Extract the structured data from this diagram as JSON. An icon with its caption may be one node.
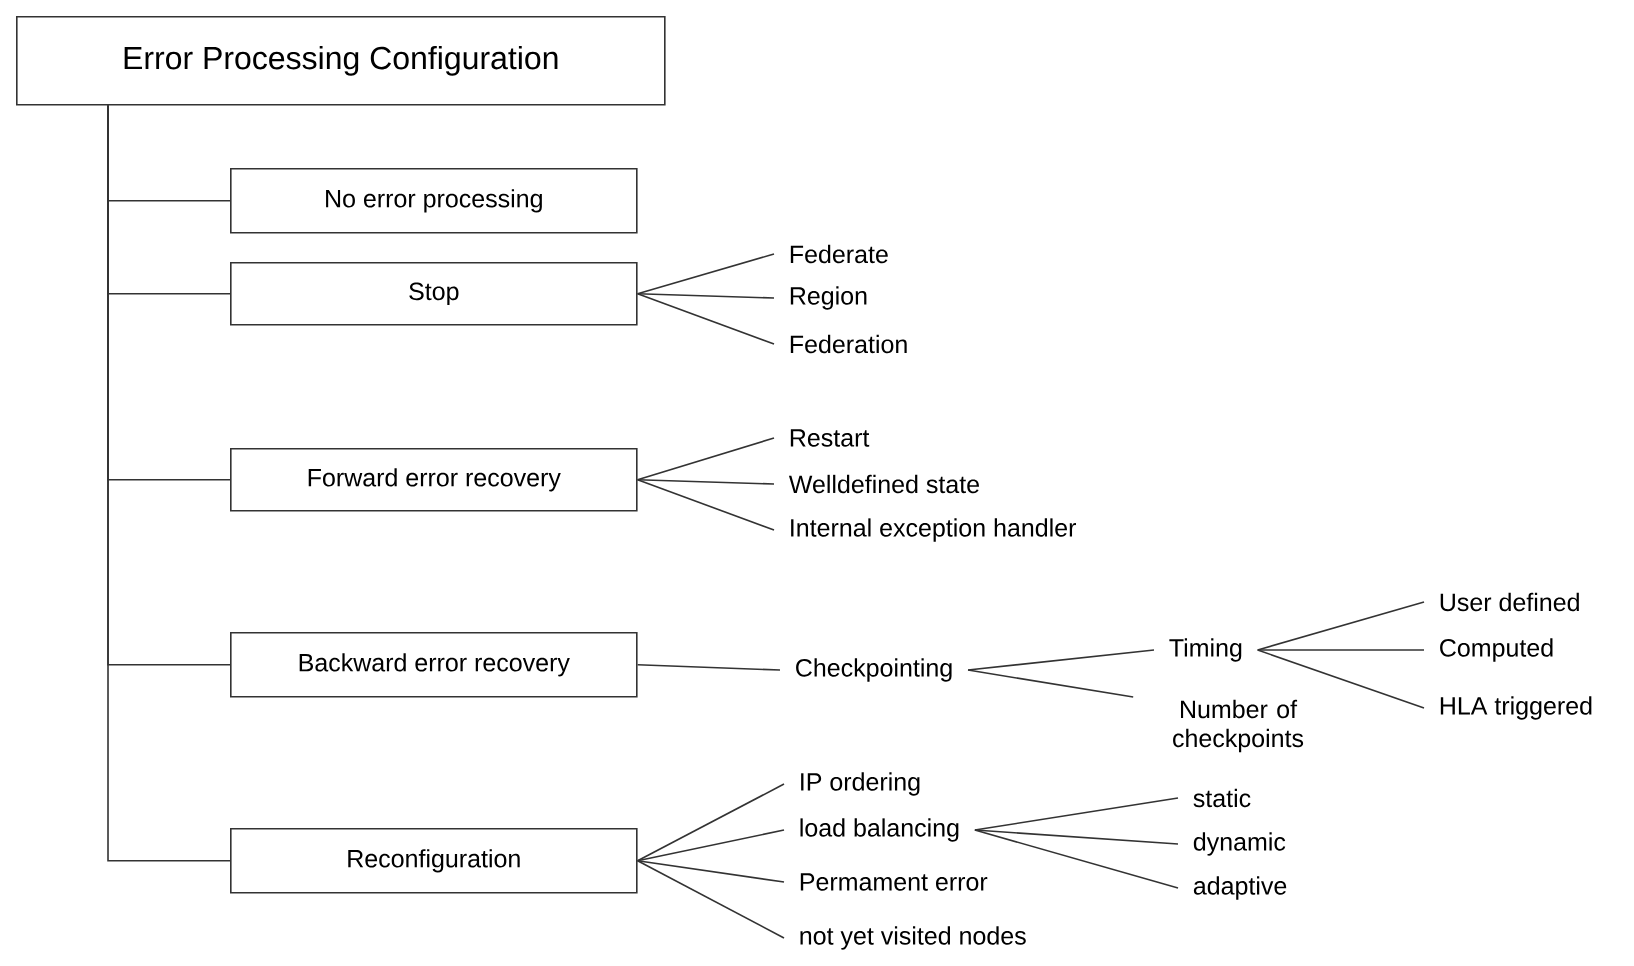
{
  "diagram": {
    "nodes": [
      {
        "text": [
          "Error Processing Configuration"
        ]
      },
      {
        "text": [
          "No error processing"
        ]
      },
      {
        "text": [
          "Stop"
        ]
      },
      {
        "text": [
          "Federate"
        ]
      },
      {
        "text": [
          "Region"
        ]
      },
      {
        "text": [
          "Federation"
        ]
      },
      {
        "text": [
          "Forward error recovery"
        ]
      },
      {
        "text": [
          "Restart"
        ]
      },
      {
        "text": [
          "Welldefined state"
        ]
      },
      {
        "text": [
          "Internal exception handler"
        ]
      },
      {
        "text": [
          "Backward error recovery"
        ]
      },
      {
        "text": [
          "Checkpointing"
        ]
      },
      {
        "text": [
          "Timing"
        ]
      },
      {
        "text": [
          "Number of checkpoints"
        ]
      },
      {
        "text": [
          "User defined"
        ]
      },
      {
        "text": [
          "Computed"
        ]
      },
      {
        "text": [
          "HLA triggered"
        ]
      },
      {
        "text": [
          "Reconfiguration"
        ]
      },
      {
        "text": [
          "IP ordering"
        ]
      },
      {
        "text": [
          "load balancing"
        ]
      },
      {
        "text": [
          "Permament error"
        ]
      },
      {
        "text": [
          "not yet visited nodes"
        ]
      },
      {
        "text": [
          "static"
        ]
      },
      {
        "text": [
          "dynamic"
        ]
      },
      {
        "text": [
          "adaptive"
        ]
      }
    ],
    "edges": [
      {
        "from": 0,
        "to": 1,
        "arrow": "none"
      },
      {
        "from": 0,
        "to": 2,
        "arrow": "none"
      },
      {
        "from": 0,
        "to": 6,
        "arrow": "none"
      },
      {
        "from": 0,
        "to": 10,
        "arrow": "none"
      },
      {
        "from": 0,
        "to": 17,
        "arrow": "none"
      },
      {
        "from": 2,
        "to": 3,
        "arrow": "none"
      },
      {
        "from": 2,
        "to": 4,
        "arrow": "none"
      },
      {
        "from": 2,
        "to": 5,
        "arrow": "none"
      },
      {
        "from": 6,
        "to": 7,
        "arrow": "none"
      },
      {
        "from": 6,
        "to": 8,
        "arrow": "none"
      },
      {
        "from": 6,
        "to": 9,
        "arrow": "none"
      },
      {
        "from": 10,
        "to": 11,
        "arrow": "none"
      },
      {
        "from": 11,
        "to": 12,
        "arrow": "none"
      },
      {
        "from": 11,
        "to": 13,
        "arrow": "none"
      },
      {
        "from": 12,
        "to": 14,
        "arrow": "none"
      },
      {
        "from": 12,
        "to": 15,
        "arrow": "none"
      },
      {
        "from": 12,
        "to": 16,
        "arrow": "none"
      },
      {
        "from": 17,
        "to": 18,
        "arrow": "none"
      },
      {
        "from": 17,
        "to": 19,
        "arrow": "none"
      },
      {
        "from": 17,
        "to": 20,
        "arrow": "none"
      },
      {
        "from": 17,
        "to": 21,
        "arrow": "none"
      },
      {
        "from": 19,
        "to": 22,
        "arrow": "none"
      },
      {
        "from": 19,
        "to": 23,
        "arrow": "none"
      },
      {
        "from": 19,
        "to": 24,
        "arrow": "none"
      }
    ]
  }
}
